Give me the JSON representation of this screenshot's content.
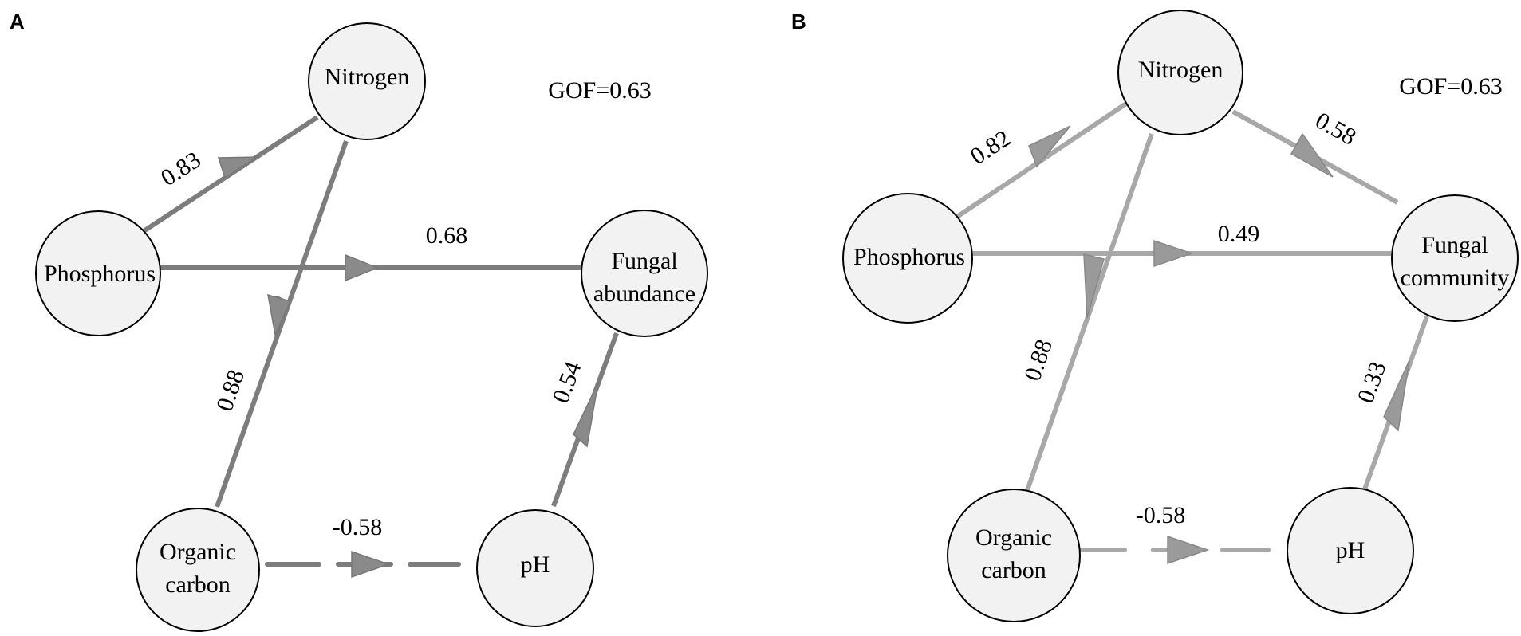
{
  "panels": [
    {
      "id": "A",
      "letter": "A",
      "gof": "GOF=0.63",
      "nodes": {
        "nitrogen": {
          "lines": [
            "Nitrogen"
          ]
        },
        "phosphorus": {
          "lines": [
            "Phosphorus"
          ]
        },
        "fungal": {
          "lines": [
            "Fungal",
            "abundance"
          ]
        },
        "organic_carbon": {
          "lines": [
            "Organic",
            "carbon"
          ]
        },
        "ph": {
          "lines": [
            "pH"
          ]
        }
      },
      "edges": [
        {
          "from": "phosphorus",
          "to": "nitrogen",
          "coef": "0.83",
          "style": "solid"
        },
        {
          "from": "phosphorus",
          "to": "fungal",
          "coef": "0.68",
          "style": "solid"
        },
        {
          "from": "nitrogen",
          "to": "organic_carbon",
          "coef": "0.88",
          "style": "solid"
        },
        {
          "from": "ph",
          "to": "fungal",
          "coef": "0.54",
          "style": "solid"
        },
        {
          "from": "organic_carbon",
          "to": "ph",
          "coef": "-0.58",
          "style": "dashed"
        }
      ]
    },
    {
      "id": "B",
      "letter": "B",
      "gof": "GOF=0.63",
      "nodes": {
        "nitrogen": {
          "lines": [
            "Nitrogen"
          ]
        },
        "phosphorus": {
          "lines": [
            "Phosphorus"
          ]
        },
        "fungal": {
          "lines": [
            "Fungal",
            "community"
          ]
        },
        "organic_carbon": {
          "lines": [
            "Organic",
            "carbon"
          ]
        },
        "ph": {
          "lines": [
            "pH"
          ]
        }
      },
      "edges": [
        {
          "from": "phosphorus",
          "to": "nitrogen",
          "coef": "0.82",
          "style": "solid"
        },
        {
          "from": "nitrogen",
          "to": "fungal",
          "coef": "0.58",
          "style": "solid"
        },
        {
          "from": "phosphorus",
          "to": "fungal",
          "coef": "0.49",
          "style": "solid"
        },
        {
          "from": "nitrogen",
          "to": "organic_carbon",
          "coef": "0.88",
          "style": "solid"
        },
        {
          "from": "ph",
          "to": "fungal",
          "coef": "0.33",
          "style": "solid"
        },
        {
          "from": "organic_carbon",
          "to": "ph",
          "coef": "-0.58",
          "style": "dashed"
        }
      ]
    }
  ]
}
